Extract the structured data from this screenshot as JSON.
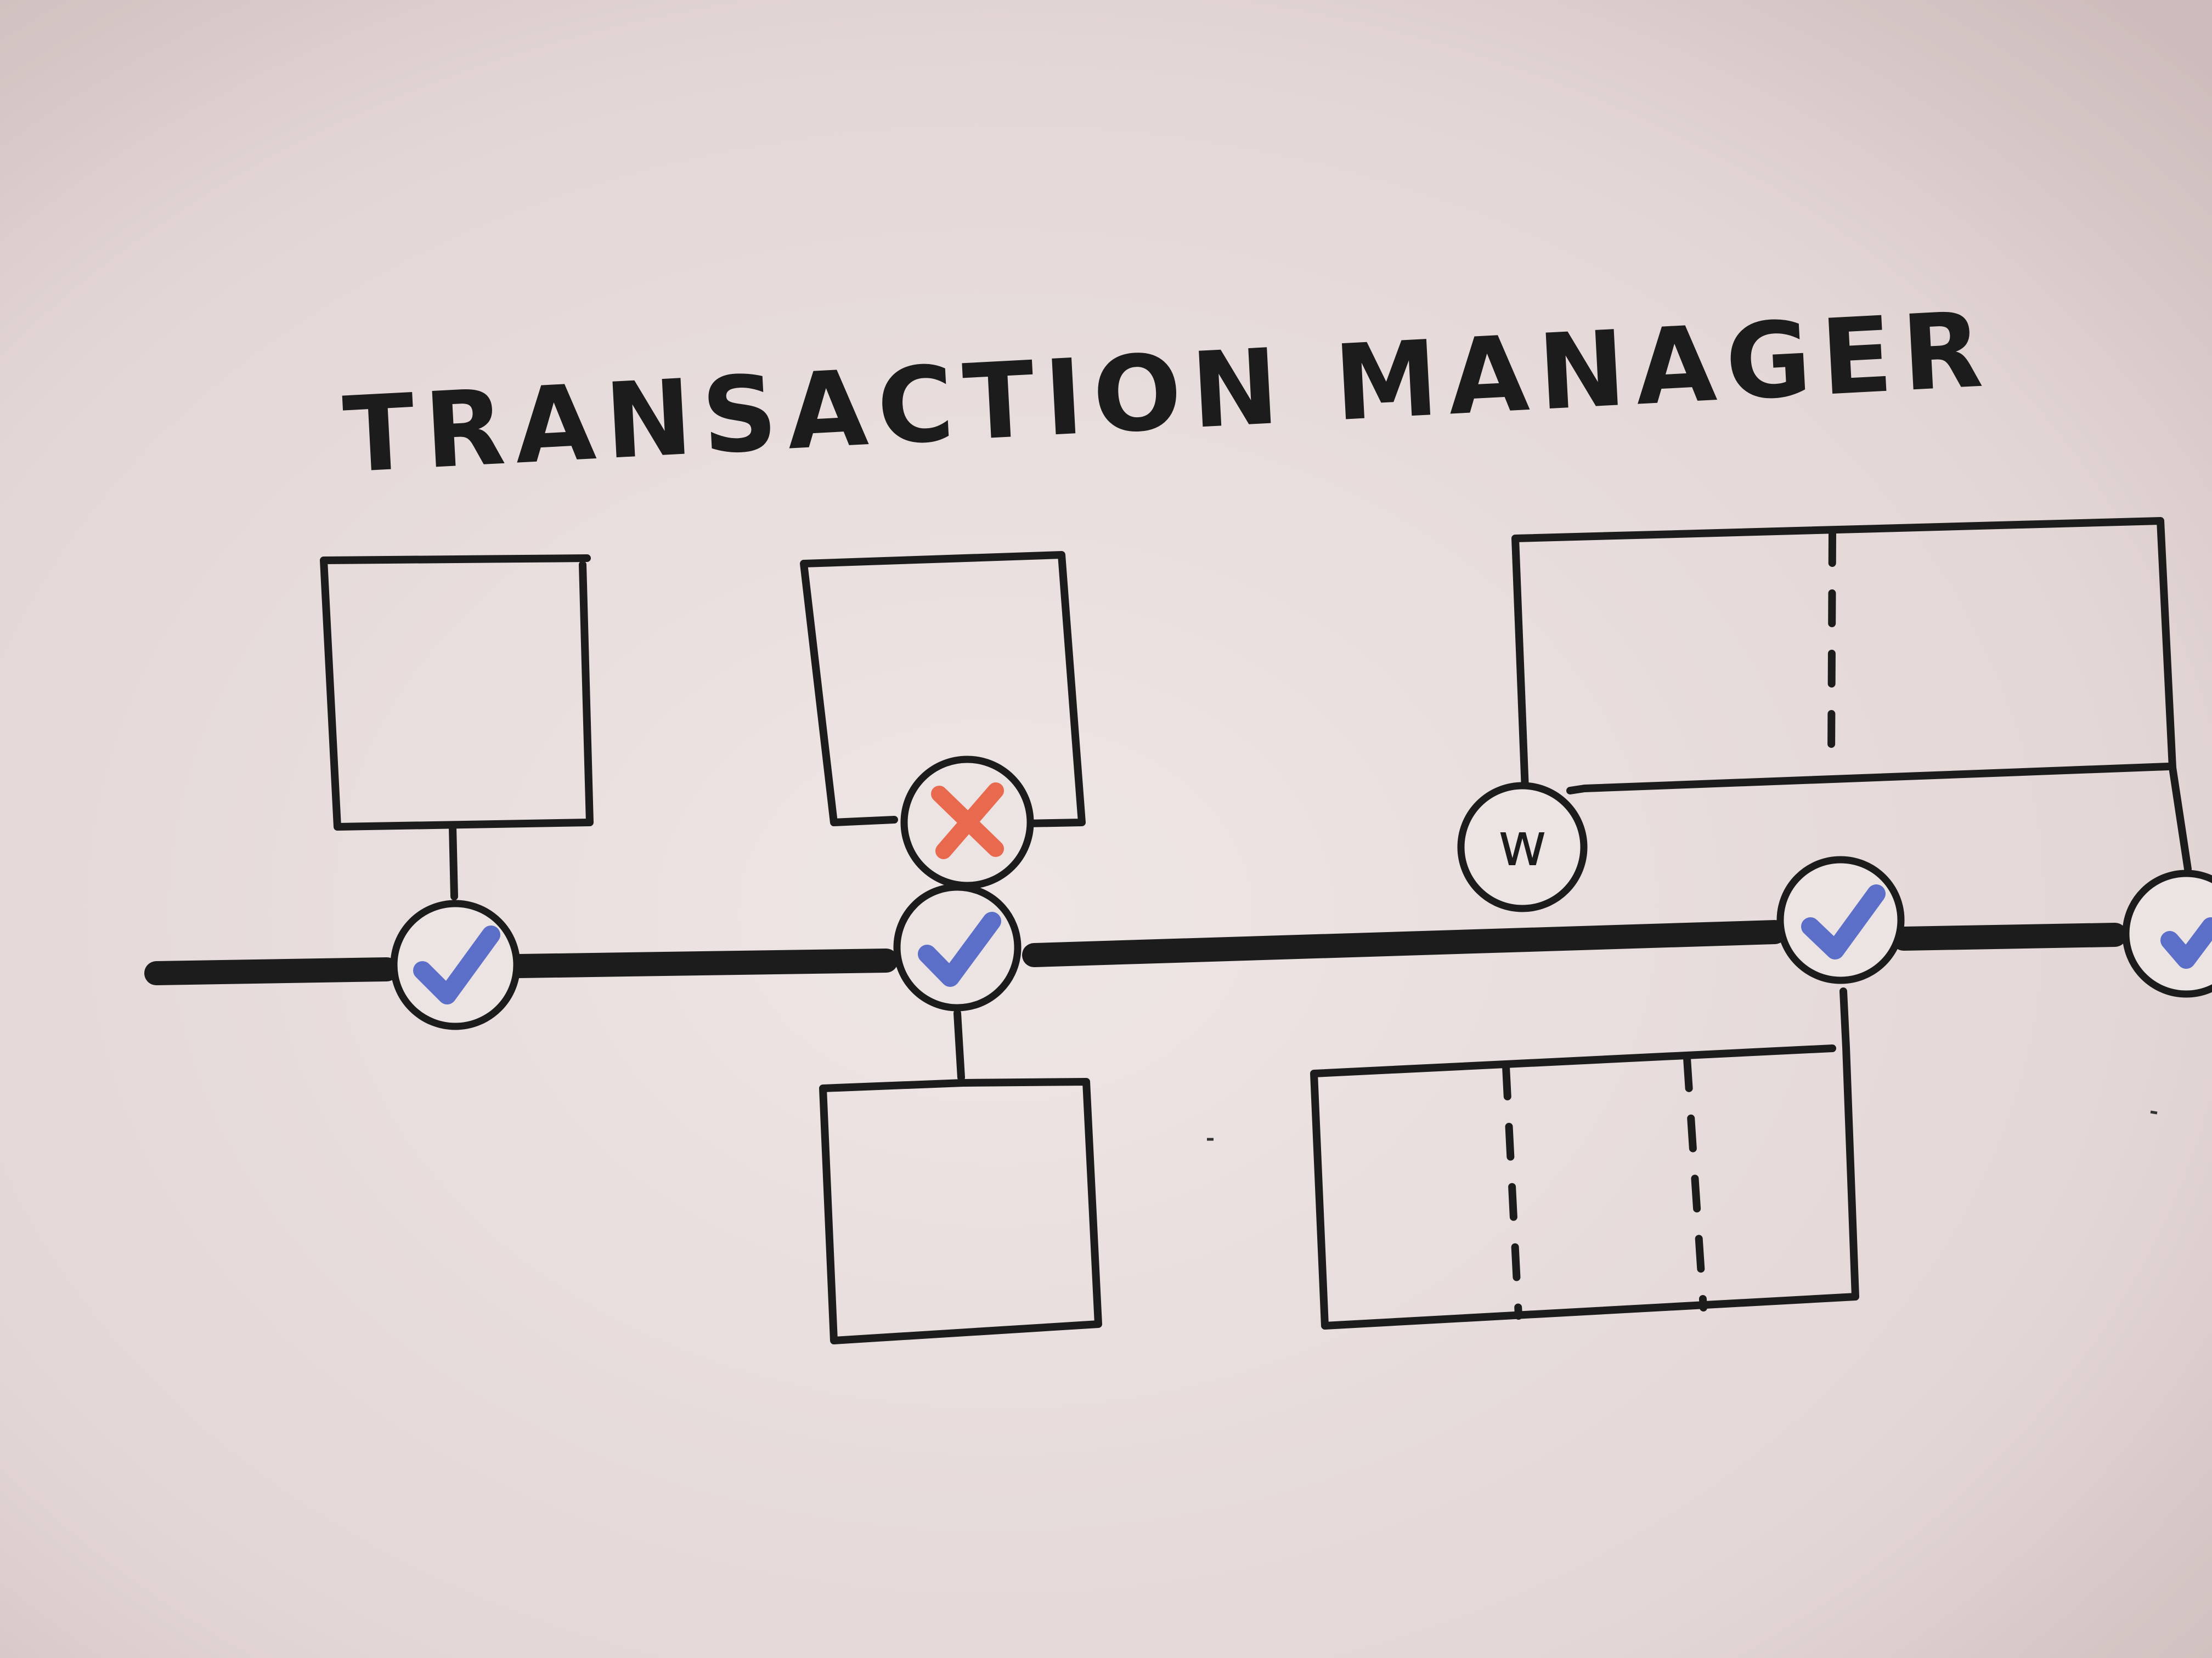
{
  "diagram": {
    "title": "TRANSACTION MANAGER",
    "waiting_node_label": "w",
    "colors": {
      "paper": "#e9dfde",
      "ink": "#1c1c1c",
      "check": "#5b6fc9",
      "cross": "#e8694e"
    },
    "nodes": [
      {
        "id": "commit-1",
        "status": "check-icon"
      },
      {
        "id": "commit-2",
        "status": "check-icon"
      },
      {
        "id": "abort",
        "status": "cross-icon"
      },
      {
        "id": "waiting",
        "status": "w"
      },
      {
        "id": "commit-3",
        "status": "check-icon"
      },
      {
        "id": "commit-4",
        "status": "check-icon"
      }
    ]
  }
}
